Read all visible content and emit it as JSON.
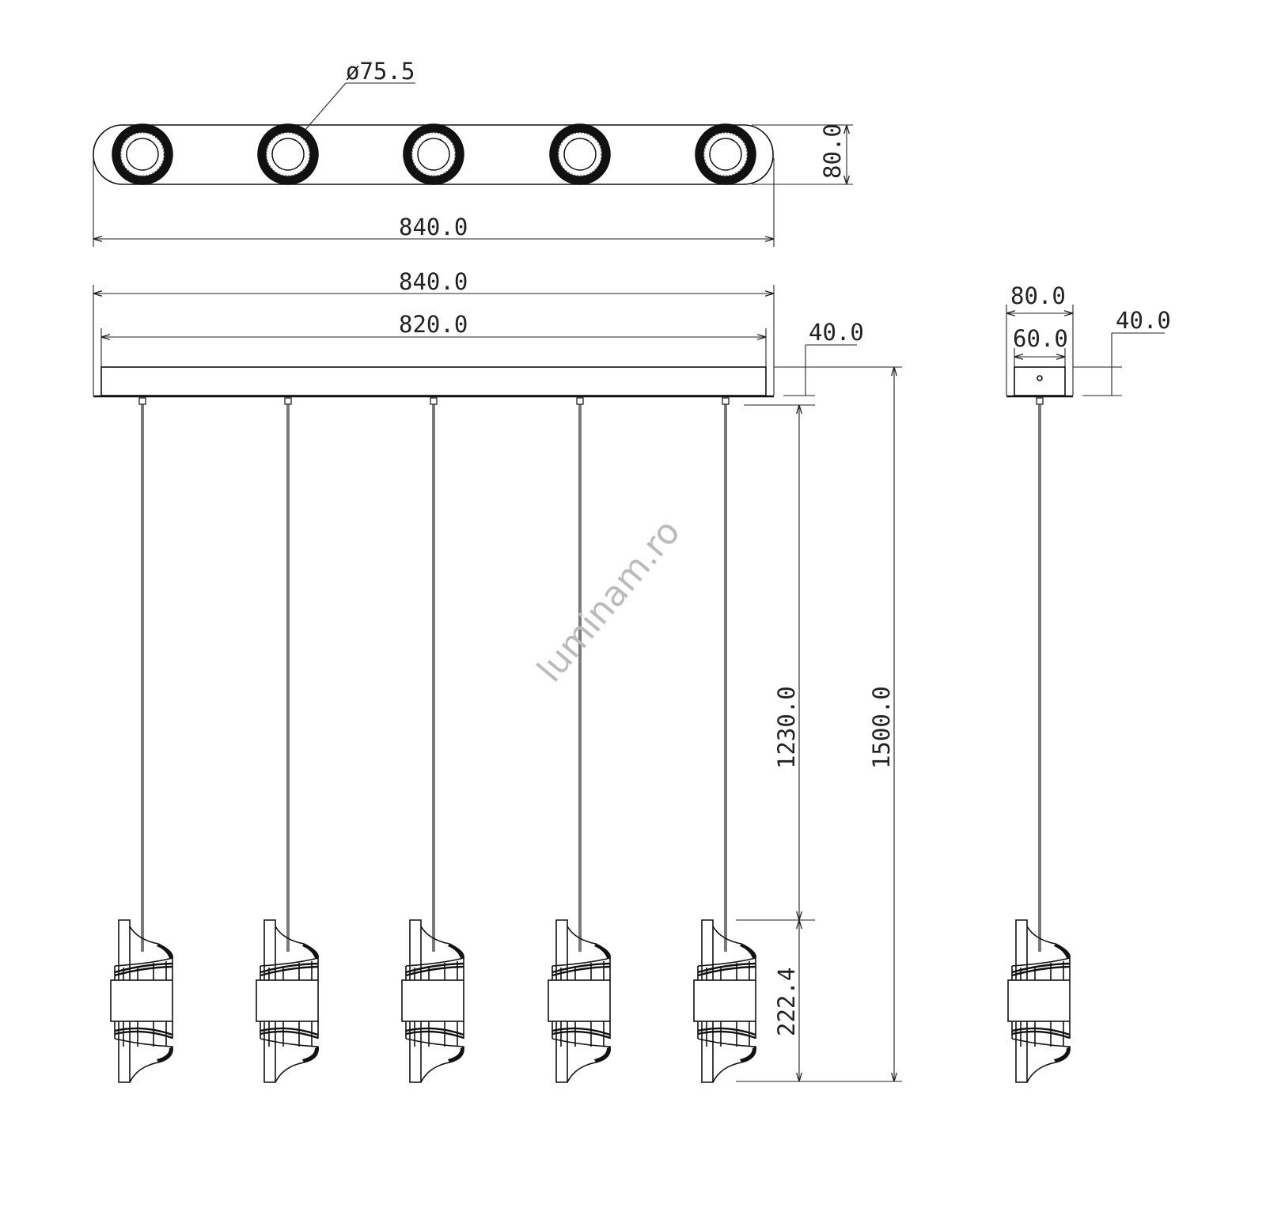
{
  "watermark": "luminam.ro",
  "dimensions": {
    "diameter": "ø75.5",
    "top_depth": "80.0",
    "top_length": "840.0",
    "front_length": "840.0",
    "front_inner_length": "820.0",
    "canopy_height": "40.0",
    "cable_length": "1230.0",
    "total_height": "1500.0",
    "shade_height": "222.4",
    "side_depth": "80.0",
    "side_inner_depth": "60.0",
    "side_canopy_height": "40.0"
  },
  "pendant_count": 5
}
